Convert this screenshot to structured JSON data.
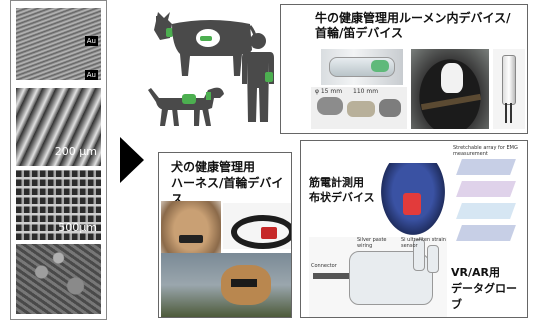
{
  "sem_column": {
    "tiles": [
      {
        "scale_label": "",
        "badge": "Au"
      },
      {
        "scale_label": "200 μm",
        "badge": ""
      },
      {
        "scale_label": "500μm",
        "badge": ""
      },
      {
        "scale_label": "",
        "badge": ""
      }
    ]
  },
  "cow_panel": {
    "title": "牛の健康管理用ルーメン内デバイス/\n首輪/笛デバイス",
    "photo_labels": [
      "φ 15 mm",
      "110 mm"
    ]
  },
  "dog_panel": {
    "title": "犬の健康管理用\nハーネス/首輪デバイス"
  },
  "emg_panel": {
    "title": "筋電計測用\n布状デバイス",
    "diagram_title": "Stretchable array for EMG measurement"
  },
  "glove_panel": {
    "title": "VR/AR用\nデータグローブ",
    "annotations": [
      "Silver paste wiring",
      "Si ultrafiten strain sensor",
      "Connector"
    ]
  },
  "colors": {
    "animal_gray": "#4a4a4a",
    "device_green": "#4caf50",
    "arrow_black": "#000000",
    "panel_border": "#666666"
  },
  "icons": [
    "cow-icon",
    "dog-icon",
    "person-icon",
    "arrow-right-icon"
  ]
}
